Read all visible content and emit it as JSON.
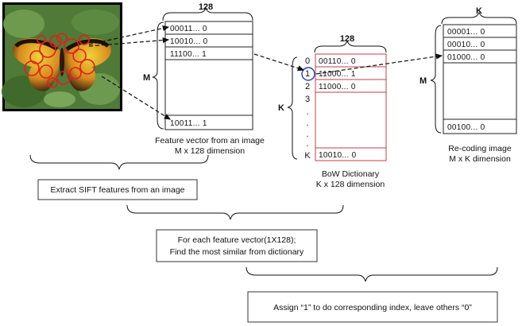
{
  "feature_matrix": {
    "width_label": "128",
    "height_label": "M",
    "rows": [
      "00011... 0",
      "10010... 0",
      "11100... 1",
      "10011... 1"
    ],
    "caption_line1": "Feature vector from an image",
    "caption_line2": "M x 128 dimension"
  },
  "dictionary": {
    "width_label": "128",
    "height_label": "K",
    "indices": [
      "0",
      "1",
      "2",
      "3",
      ".",
      ".",
      ".",
      ".",
      "K"
    ],
    "rows": [
      "00110... 0",
      "11000... 1",
      "11000... 0",
      "10010... 0"
    ],
    "caption_line1": "BoW Dictionary",
    "caption_line2": "K x 128 dimension"
  },
  "recoding": {
    "width_label": "K",
    "height_label": "M",
    "rows": [
      "00001... 0",
      "00010... 0",
      "01000... 0",
      "00100... 0"
    ],
    "caption_line1": "Re-coding image",
    "caption_line2": "M x K dimension"
  },
  "steps": {
    "step1": "Extract SIFT features from an image",
    "step2_line1": "For each feature vector(1X128);",
    "step2_line2": "Find the most similar from dictionary",
    "step3": "Assign “1” to do corresponding index, leave others “0”"
  },
  "colors": {
    "dictionary_border": "#c0404a",
    "highlight_circle": "#2e3fb0",
    "feature_circles": "#e02020"
  }
}
